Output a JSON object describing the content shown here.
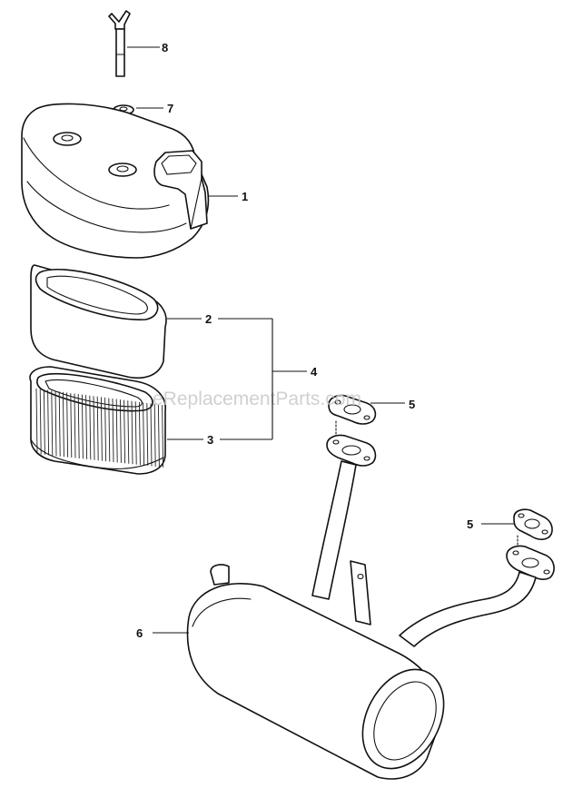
{
  "watermark": "eReplacementParts.com",
  "callouts": {
    "c1": "1",
    "c2": "2",
    "c3": "3",
    "c4": "4",
    "c5a": "5",
    "c5b": "5",
    "c6": "6",
    "c7": "7",
    "c8": "8"
  },
  "colors": {
    "line": "#111111",
    "background": "#ffffff",
    "watermark": "#c8c8c8"
  }
}
